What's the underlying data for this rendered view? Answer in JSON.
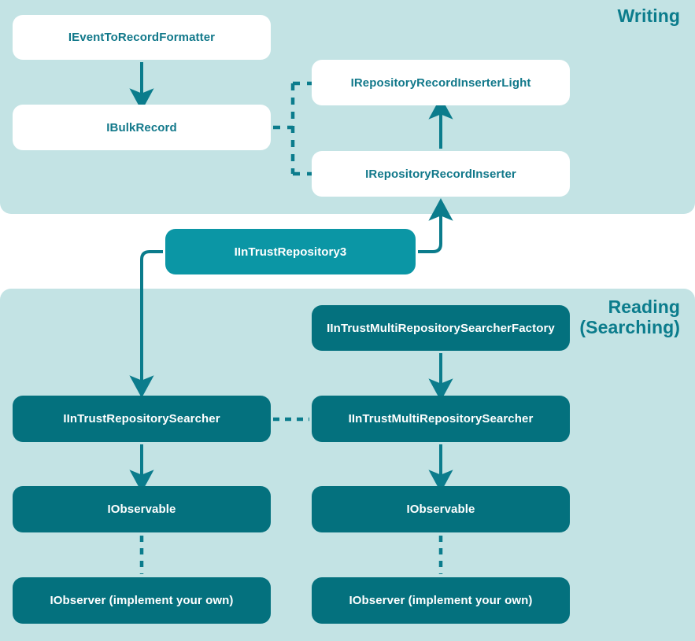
{
  "diagram": {
    "title_bands": {
      "writing": "Writing",
      "reading_line1": "Reading",
      "reading_line2": "(Searching)"
    },
    "colors": {
      "band_background": "#c3e3e4",
      "page_background": "#ffffff",
      "teal_accent": "#0b96a5",
      "dark_teal": "#04717e",
      "label_text": "#0b7c8c",
      "white_node_text": "#11788a",
      "edge": "#0b7c8c"
    },
    "nodes": [
      {
        "id": "formatter",
        "label": "IEventToRecordFormatter",
        "style": "white",
        "band": "writing"
      },
      {
        "id": "bulkrecord",
        "label": "IBulkRecord",
        "style": "white",
        "band": "writing"
      },
      {
        "id": "inserterlight",
        "label": "IRepositoryRecordInserterLight",
        "style": "white",
        "band": "writing"
      },
      {
        "id": "inserter",
        "label": "IRepositoryRecordInserter",
        "style": "white",
        "band": "writing"
      },
      {
        "id": "repository3",
        "label": "IInTrustRepository3",
        "style": "teal",
        "band": "middle"
      },
      {
        "id": "factory",
        "label": "IInTrustMultiRepositorySearcherFactory",
        "style": "dark",
        "band": "reading"
      },
      {
        "id": "searcher",
        "label": "IInTrustRepositorySearcher",
        "style": "dark",
        "band": "reading"
      },
      {
        "id": "multisearcher",
        "label": "IInTrustMultiRepositorySearcher",
        "style": "dark",
        "band": "reading"
      },
      {
        "id": "observable_l",
        "label": "IObservable",
        "style": "dark",
        "band": "reading"
      },
      {
        "id": "observable_r",
        "label": "IObservable",
        "style": "dark",
        "band": "reading"
      },
      {
        "id": "observer_l",
        "label": "IObserver (implement your own)",
        "style": "dark",
        "band": "reading"
      },
      {
        "id": "observer_r",
        "label": "IObserver (implement your own)",
        "style": "dark",
        "band": "reading"
      }
    ],
    "edges": [
      {
        "from": "formatter",
        "to": "bulkrecord",
        "kind": "arrow-solid-down"
      },
      {
        "from": "bulkrecord",
        "to": "inserterlight",
        "kind": "dashed-bracket"
      },
      {
        "from": "bulkrecord",
        "to": "inserter",
        "kind": "dashed-bracket"
      },
      {
        "from": "inserter",
        "to": "inserterlight",
        "kind": "arrow-solid-up"
      },
      {
        "from": "repository3",
        "to": "inserter",
        "kind": "arrow-solid-elbow-up"
      },
      {
        "from": "repository3",
        "to": "searcher",
        "kind": "arrow-solid-elbow-down"
      },
      {
        "from": "factory",
        "to": "multisearcher",
        "kind": "arrow-solid-down"
      },
      {
        "from": "searcher",
        "to": "multisearcher",
        "kind": "dashed-horizontal"
      },
      {
        "from": "searcher",
        "to": "observable_l",
        "kind": "arrow-solid-down"
      },
      {
        "from": "multisearcher",
        "to": "observable_r",
        "kind": "arrow-solid-down"
      },
      {
        "from": "observable_l",
        "to": "observer_l",
        "kind": "dashed-vertical"
      },
      {
        "from": "observable_r",
        "to": "observer_r",
        "kind": "dashed-vertical"
      }
    ]
  }
}
